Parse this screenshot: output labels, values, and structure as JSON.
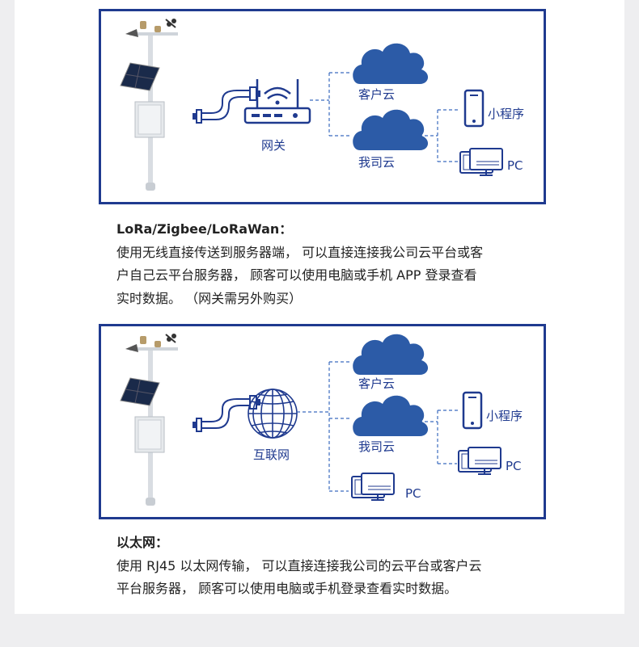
{
  "section1": {
    "diagram": {
      "gateway_label": "网关",
      "cloud_top_label": "客户云",
      "cloud_bottom_label": "我司云",
      "phone_label": "小程序",
      "pc_label": "PC"
    },
    "title": "LoRa/Zigbee/LoRaWan：",
    "lines": [
      "使用无线直接传送到服务器端，  可以直接连接我公司云平台或客",
      "户自己云平台服务器，  顾客可以使用电脑或手机 APP 登录查看",
      "实时数据。 （网关需另外购买）"
    ]
  },
  "section2": {
    "diagram": {
      "internet_label": "互联网",
      "cloud_top_label": "客户云",
      "cloud_bottom_label": "我司云",
      "phone_label": "小程序",
      "pc_label": "PC",
      "pc_bottom_label": "PC"
    },
    "title": "以太网：",
    "lines": [
      "使用 RJ45 以太网传输，  可以直接连接我公司的云平台或客户云",
      "平台服务器，  顾客可以使用电脑或手机登录查看实时数据。"
    ]
  },
  "colors": {
    "accent": "#1f3a8f",
    "cloud": "#2c5ba7",
    "dash": "#3b6bbf"
  }
}
